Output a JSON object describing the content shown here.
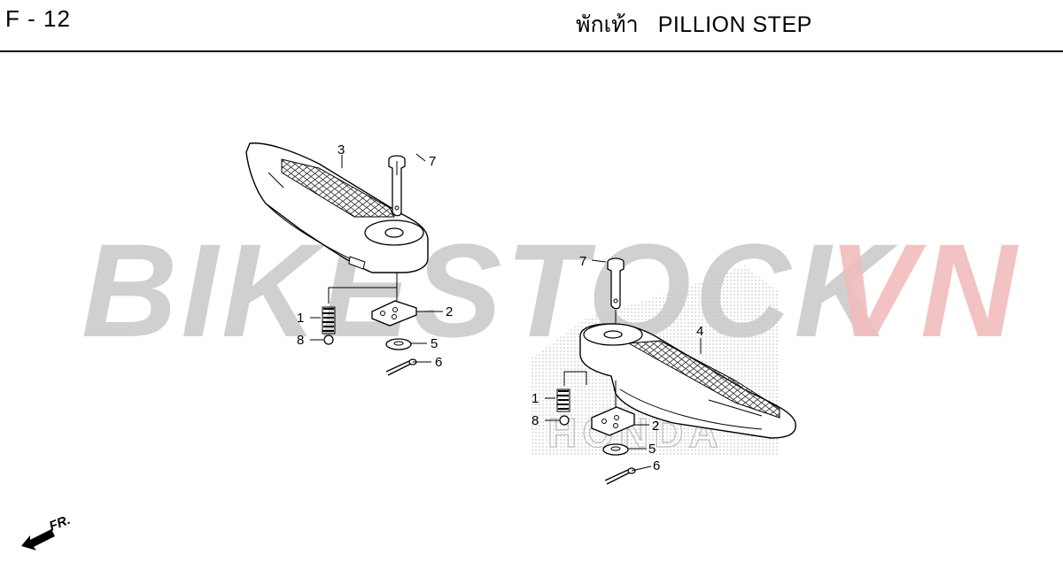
{
  "header": {
    "code": "F - 12",
    "title_th": "พักเท้า",
    "title_en": "PILLION STEP"
  },
  "watermark": {
    "primary": "BIKESTOCK",
    "accent": "VN",
    "primary_color": "#c8c8c8",
    "accent_color": "#f2bcbc",
    "stamp": "HONDA"
  },
  "callouts": {
    "left": {
      "n1": "1",
      "n2": "2",
      "n3": "3",
      "n5": "5",
      "n6": "6",
      "n7": "7",
      "n8": "8"
    },
    "right": {
      "n1": "1",
      "n2": "2",
      "n4": "4",
      "n5": "5",
      "n6": "6",
      "n7": "7",
      "n8": "8"
    }
  },
  "direction_marker": "FR.",
  "icons": {
    "direction": "front-arrow-icon"
  }
}
